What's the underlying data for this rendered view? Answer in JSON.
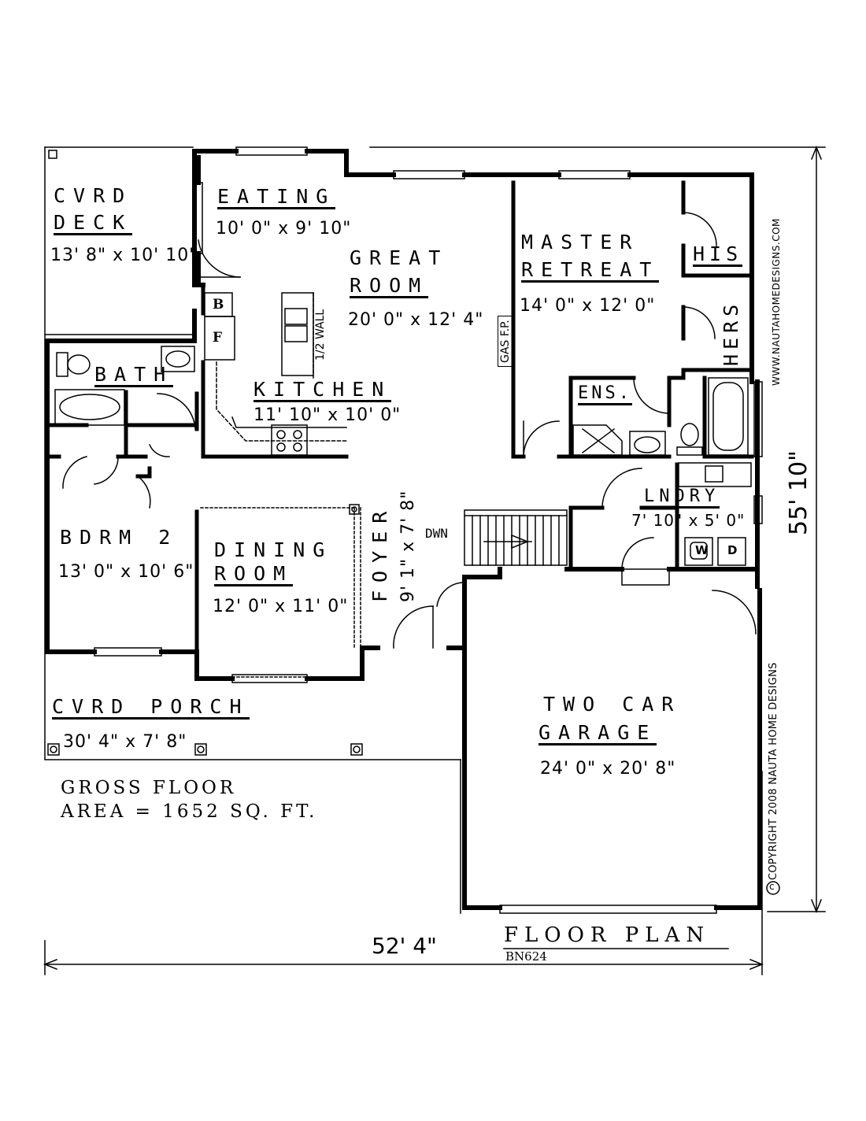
{
  "rooms": {
    "cvrd_deck": {
      "name1": "CVRD",
      "name2": "DECK",
      "dims": "13' 8\" x 10' 10\""
    },
    "eating": {
      "name": "EATING",
      "dims": "10' 0\" x 9' 10\""
    },
    "great_room": {
      "name1": "GREAT",
      "name2": "ROOM",
      "dims": "20' 0\" x 12' 4\""
    },
    "master": {
      "name1": "MASTER",
      "name2": "RETREAT",
      "dims": "14' 0\" x 12' 0\""
    },
    "his": {
      "name": "HIS"
    },
    "hers": {
      "name": "HERS"
    },
    "kitchen": {
      "name": "KITCHEN",
      "dims": "11' 10\" x 10' 0\""
    },
    "bath": {
      "name": "BATH"
    },
    "ens": {
      "name": "ENS."
    },
    "lndry": {
      "name": "LNDRY",
      "dims": "7' 10\" x 5' 0\""
    },
    "bdrm2": {
      "name": "BDRM 2",
      "dims": "13' 0\" x 10' 6\""
    },
    "dining": {
      "name1": "DINING",
      "name2": "ROOM",
      "dims": "12' 0\" x 11' 0\""
    },
    "foyer": {
      "name": "FOYER",
      "dims": "9' 1\" x 7' 8\""
    },
    "cvrd_porch": {
      "name": "CVRD PORCH",
      "dims": "30' 4\" x 7' 8\""
    },
    "garage": {
      "name1": "TWO CAR",
      "name2": "GARAGE",
      "dims": "24' 0\" x 20' 8\""
    }
  },
  "fixtures": {
    "b": "B",
    "f": "F",
    "half_wall": "1/2 WALL",
    "gas_fp": "GAS F.P.",
    "dwn": "DWN",
    "washer": "W",
    "dryer": "D"
  },
  "gross": {
    "line1": "GROSS FLOOR",
    "line2": "AREA = 1652 SQ. FT."
  },
  "dimensions": {
    "width": "52' 4\"",
    "depth": "55' 10\""
  },
  "title": {
    "main": "FLOOR PLAN",
    "code": "BN624"
  },
  "side_texts": {
    "website": "WWW.NAUTAHOMEDESIGNS.COM",
    "copyright": "COPYRIGHT 2008 NAUTA HOME DESIGNS"
  }
}
